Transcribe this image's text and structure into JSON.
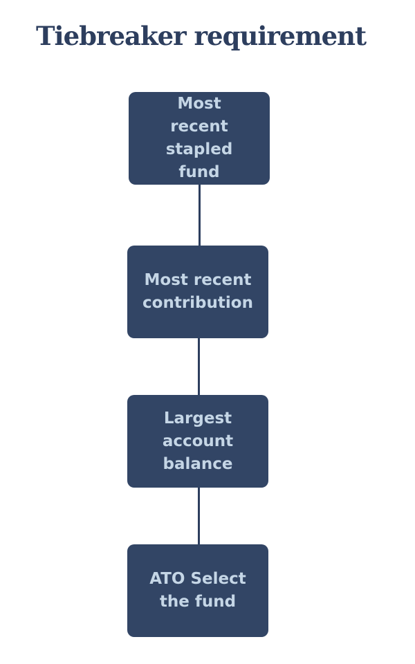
{
  "title": "Tiebreaker requirement",
  "steps": [
    {
      "label": "Most recent stapled fund"
    },
    {
      "label": "Most recent contribution"
    },
    {
      "label": "Largest account balance"
    },
    {
      "label": "ATO Select the fund"
    }
  ],
  "colors": {
    "title": "#2d3e5e",
    "box_fill": "#324565",
    "box_text": "#c5d6e6",
    "connector": "#2d3e5e"
  }
}
